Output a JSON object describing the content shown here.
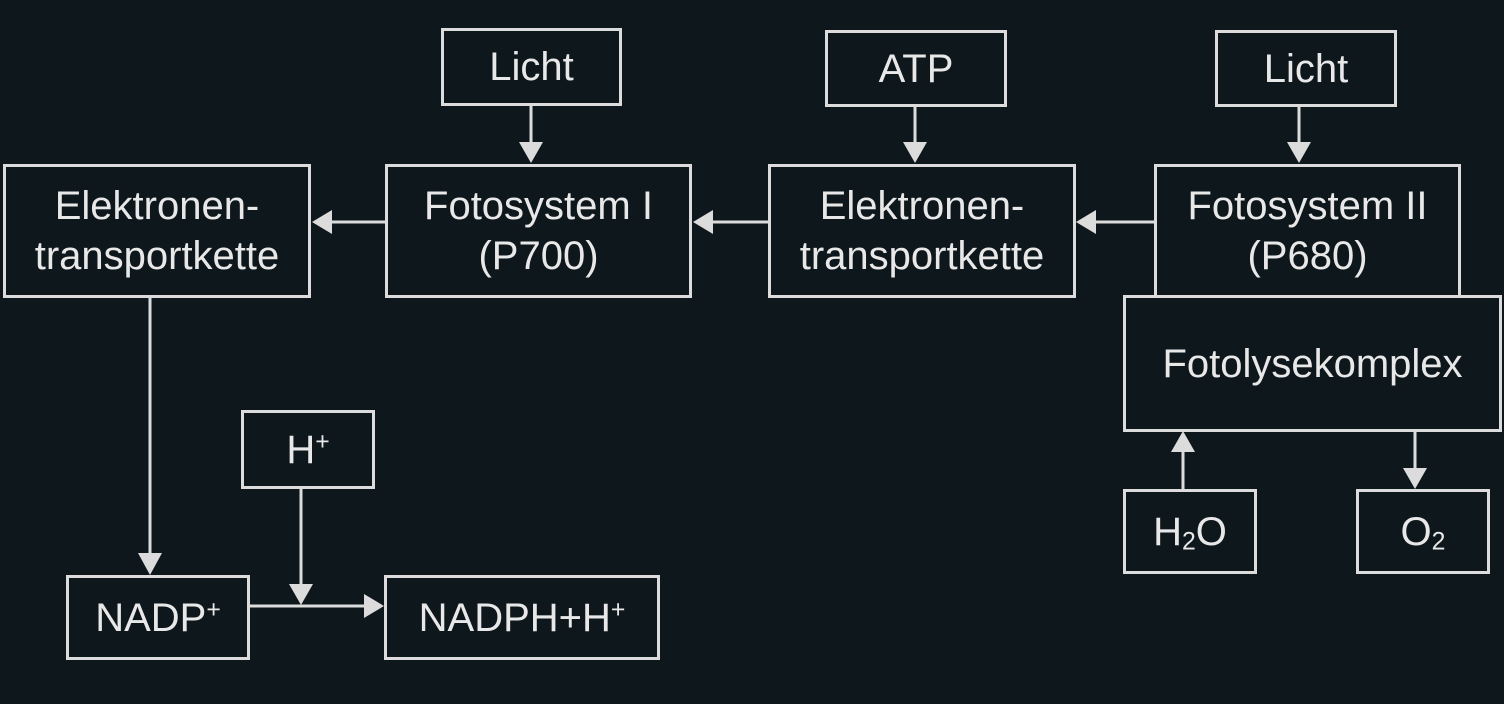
{
  "nodes": {
    "licht_1": "Licht",
    "atp": "ATP",
    "licht_2": "Licht",
    "etc_left": [
      "Elektronen-",
      "transportkette"
    ],
    "ps1": [
      "Fotosystem I",
      "(P700)"
    ],
    "etc_mid": [
      "Elektronen-",
      "transportkette"
    ],
    "ps2": [
      "Fotosystem II",
      "(P680)"
    ],
    "fotolyse": "Fotolysekomplex",
    "h_plus": {
      "base": "H",
      "sup": "+"
    },
    "nadp": {
      "base": "NADP",
      "sup": "+"
    },
    "nadph": {
      "base": "NADPH+H",
      "sup": "+"
    },
    "h2o": {
      "pre": "H",
      "sub": "2",
      "post": "O"
    },
    "o2": {
      "pre": "O",
      "sub": "2"
    }
  },
  "colors": {
    "background": "#0e171c",
    "stroke": "#dcdcdc",
    "text": "#e8e8e8"
  }
}
